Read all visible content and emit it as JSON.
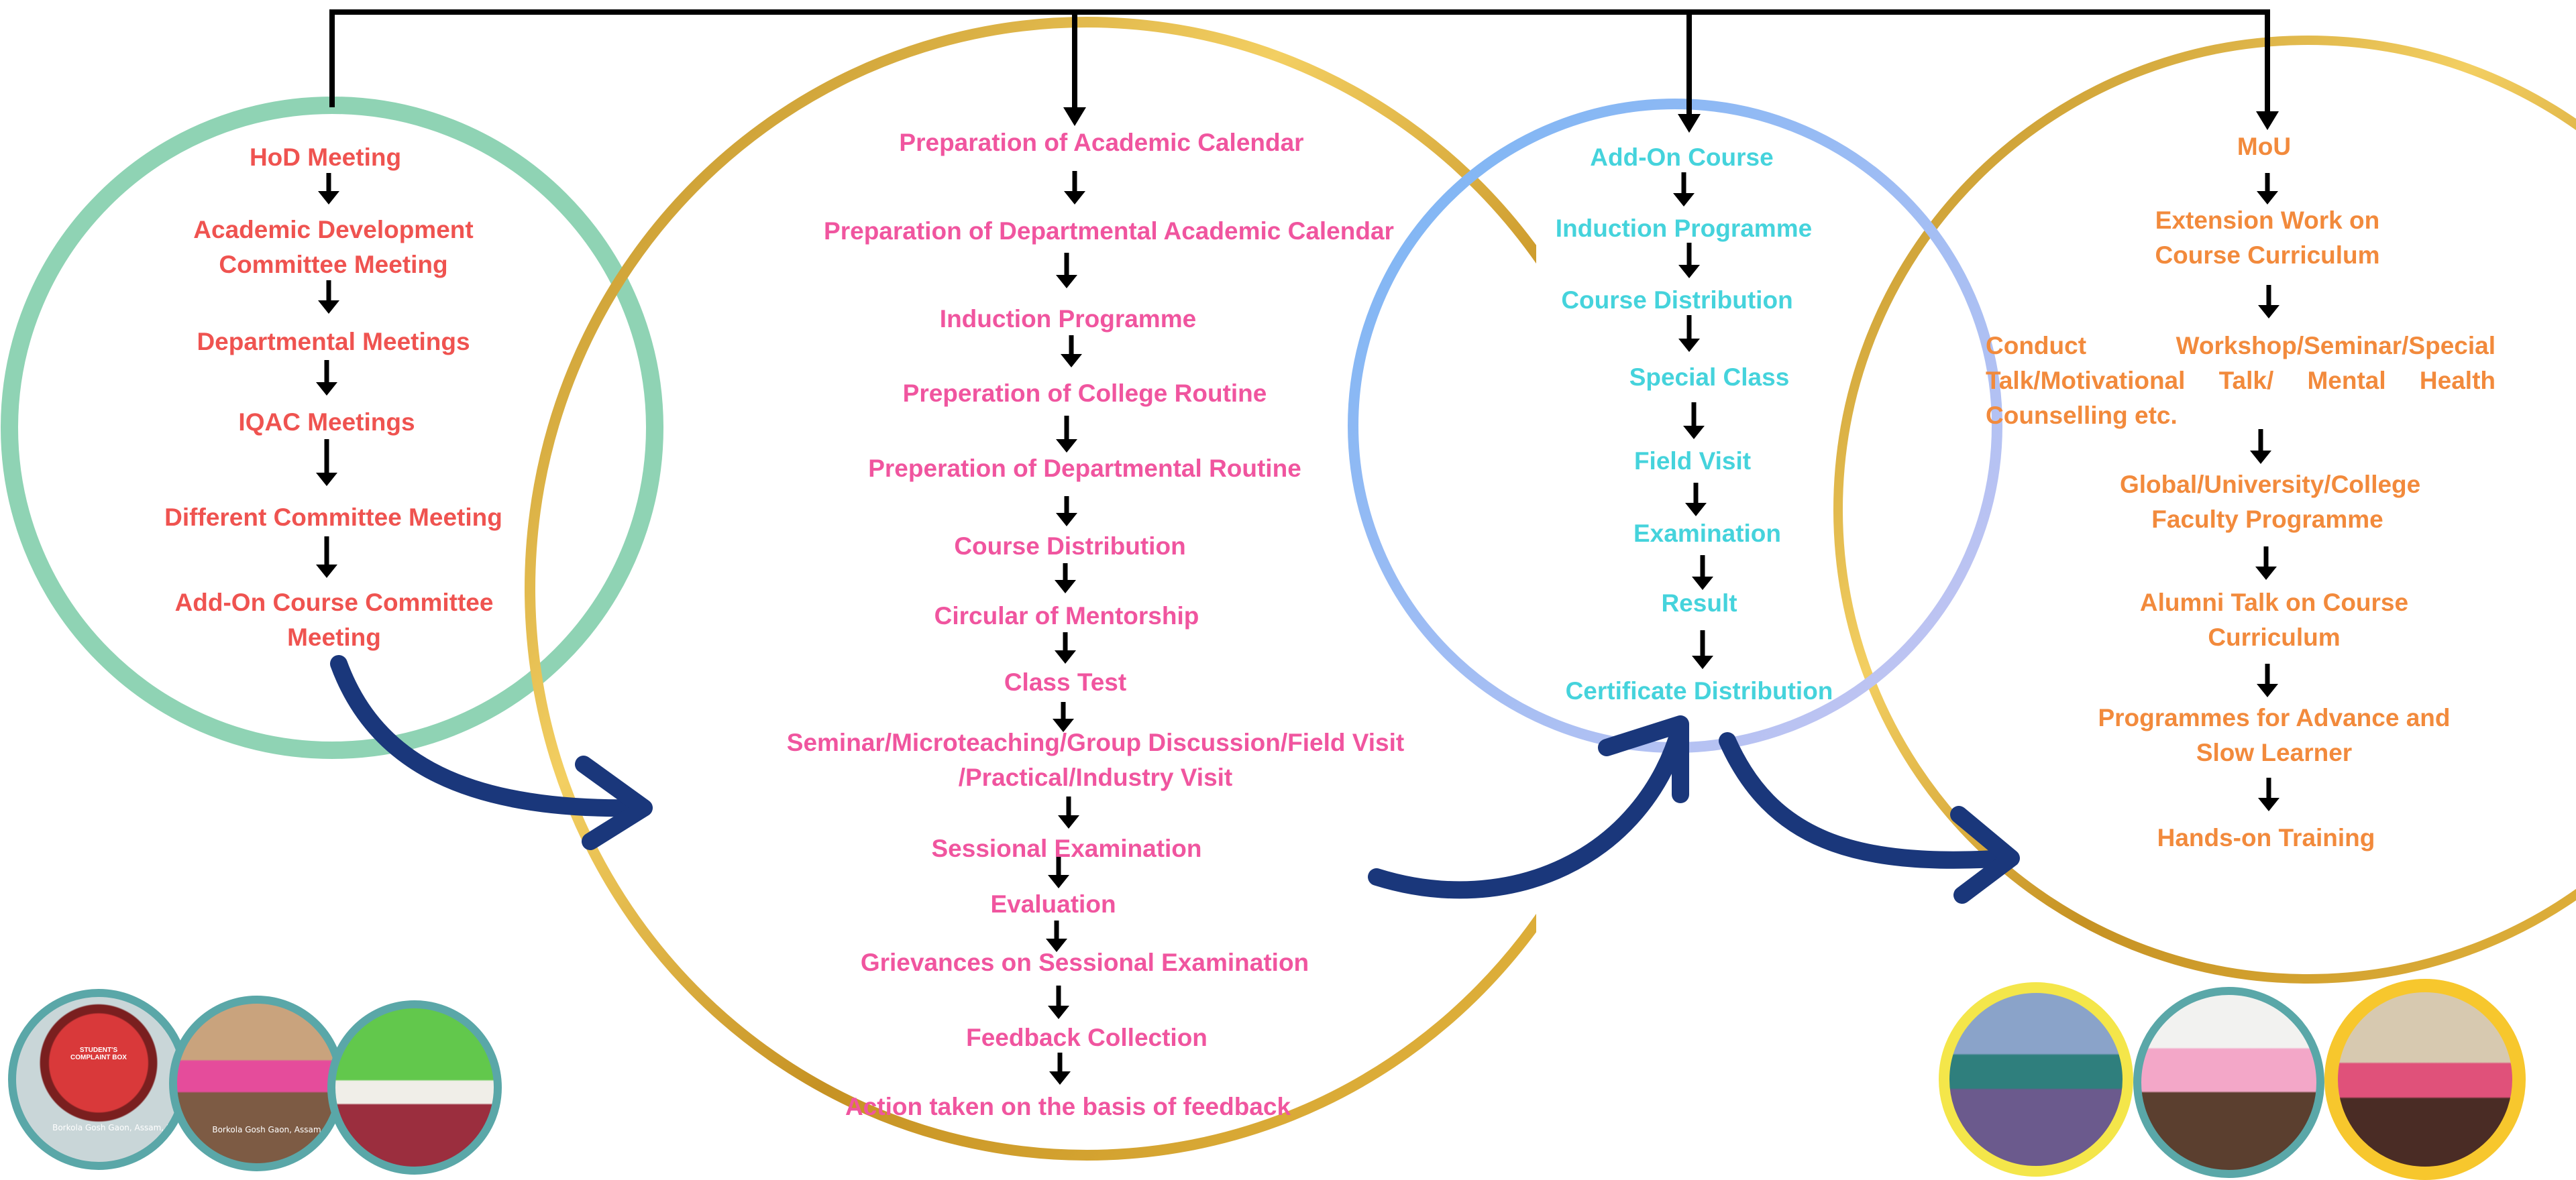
{
  "colors": {
    "tree": "#000000",
    "green_ring": "#8fd3b4",
    "gold_ring": "#d9a92a",
    "blue_ring_start": "#78b4f5",
    "blue_ring_end": "#c8c6f2",
    "curved_arrow": "#1a377b",
    "red_text": "#ef5350",
    "pink_text": "#f0559f",
    "cyan_text": "#45d3dc",
    "orange_text": "#f28a3c"
  },
  "columns": {
    "meetings": [
      "HoD Meeting",
      "Academic Development Committee Meeting",
      "Departmental Meetings",
      "IQAC Meetings",
      "Different Committee Meeting",
      "Add-On Course Committee Meeting"
    ],
    "academic": [
      "Preparation of Academic Calendar",
      "Preparation of  Departmental Academic Calendar",
      "Induction Programme",
      "Preperation of College Routine",
      "Preperation of Departmental  Routine",
      "Course Distribution",
      "Circular of Mentorship",
      "Class Test",
      "Seminar/Microteaching/Group Discussion/Field Visit /Practical/Industry Visit",
      "Sessional Examination",
      "Evaluation",
      "Grievances on Sessional Examination",
      "Feedback Collection",
      "Action taken on the basis of feedback"
    ],
    "addon": [
      "Add-On Course",
      "Induction Programme",
      "Course Distribution",
      "Special Class",
      "Field Visit",
      "Examination",
      "Result",
      "Certificate Distribution"
    ],
    "extension": [
      "MoU",
      "Extension Work on Course Curriculum",
      "Conduct Workshop/Seminar/Special Talk/Motivational Talk/ Mental Health Counselling etc.",
      "Global/University/College Faculty Programme",
      "Alumni Talk on Course Curriculum",
      "Programmes for Advance and Slow Learner",
      "Hands-on Training"
    ]
  },
  "photos": {
    "complaint_box": {
      "title": "STUDENT'S COMPLAINT BOX",
      "caption": "Borkola Gosh Gaon, Assam, India"
    },
    "meeting_room": {
      "caption": "Borkola Gosh Gaon, Assam, India"
    }
  }
}
